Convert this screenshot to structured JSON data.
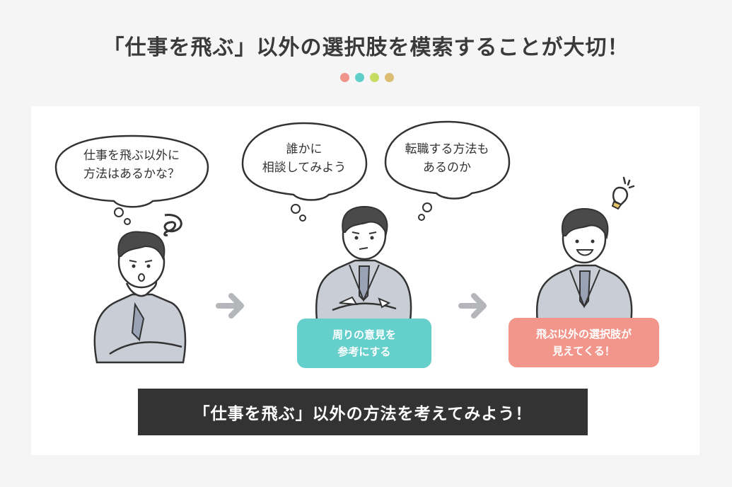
{
  "header": {
    "title": "「仕事を飛ぶ」以外の選択肢を模索することが大切！",
    "dots": [
      "#f0958b",
      "#5fcfcc",
      "#c6dc62",
      "#dcbd72"
    ]
  },
  "bubbles": [
    {
      "text": "仕事を飛ぶ以外に\n方法はあるかな？"
    },
    {
      "text": "誰かに\n相談してみよう"
    },
    {
      "text": "転職する方法も\nあるのか"
    }
  ],
  "steps": [
    {
      "figure": "worried-businessman",
      "icon": "confused-swirl-icon"
    },
    {
      "figure": "thinking-businessman-arms-crossed",
      "label": "周りの意見を\n参考にする",
      "label_color": "#65cfcb"
    },
    {
      "figure": "smiling-businessman",
      "icon": "lightbulb-icon",
      "label": "飛ぶ以外の選択肢が\n見えてくる！",
      "label_color": "#f2968c"
    }
  ],
  "arrows": [
    "arrow-right-icon",
    "arrow-right-icon"
  ],
  "banner": {
    "text": "「仕事を飛ぶ」以外の方法を考えてみよう！"
  },
  "colors": {
    "background": "#f5f5f5",
    "panel": "#ffffff",
    "suit": "#c9ced6",
    "tie": "#9aa3b5",
    "hair": "#4a4a4a",
    "arrow": "#b5b6b9",
    "banner": "#333333"
  }
}
